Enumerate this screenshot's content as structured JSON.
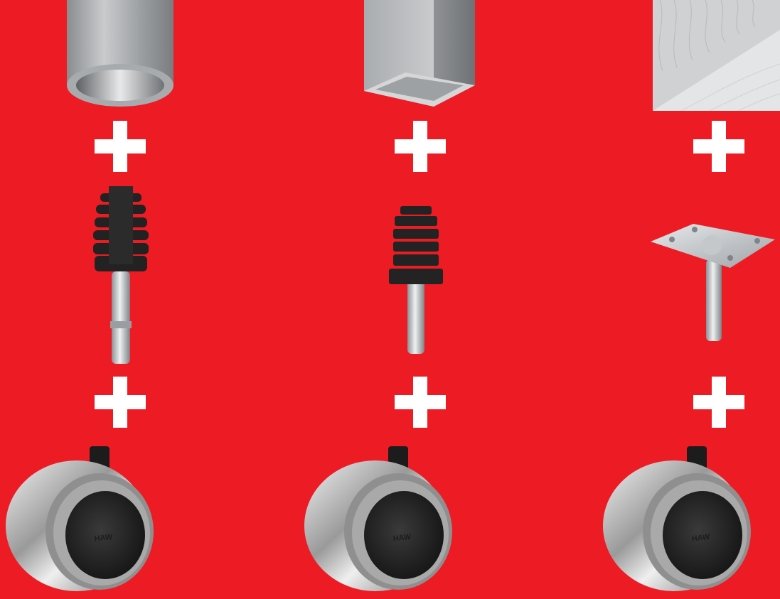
{
  "colors": {
    "background": "#ed1c24",
    "plus": "#ffffff",
    "rubber": "#1f1f1f",
    "steel": "#b8bcc0",
    "chrome": "#d8d8d8"
  },
  "columns": [
    {
      "name": "round-tube",
      "mount_icon": "round-tube-icon",
      "adapter_icon": "round-rubber-insert-stem-icon",
      "wheel_icon": "chrome-twin-wheel-caster-icon",
      "wheel_brand": "HAW"
    },
    {
      "name": "square-tube",
      "mount_icon": "square-tube-icon",
      "adapter_icon": "square-plastic-insert-stem-icon",
      "wheel_icon": "chrome-twin-wheel-caster-icon",
      "wheel_brand": "HAW"
    },
    {
      "name": "wood-panel",
      "mount_icon": "wood-panel-icon",
      "adapter_icon": "plate-mount-stem-icon",
      "wheel_icon": "chrome-twin-wheel-caster-icon",
      "wheel_brand": "HAW"
    }
  ]
}
